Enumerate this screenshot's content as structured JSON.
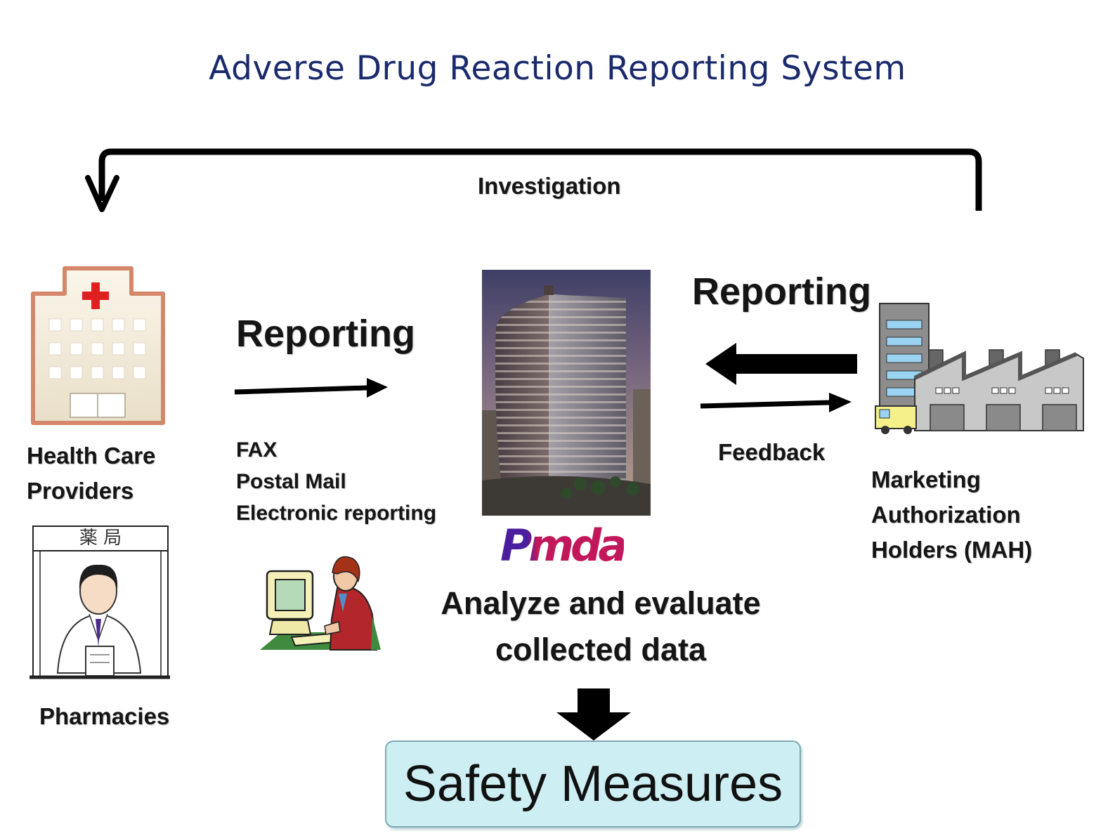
{
  "title": "Adverse Drug Reaction Reporting System",
  "labels": {
    "investigation": "Investigation",
    "reporting_left": "Reporting",
    "reporting_right": "Reporting",
    "feedback": "Feedback",
    "health_care_providers": [
      "Health Care",
      "Providers"
    ],
    "pharmacies": "Pharmacies",
    "pharmacy_sign": "薬 局",
    "methods": [
      "FAX",
      "Postal Mail",
      "Electronic reporting"
    ],
    "mah": [
      "Marketing",
      "Authorization",
      "Holders (MAH)"
    ],
    "pmda_logo": "Pmda",
    "analyze": [
      "Analyze and evaluate",
      "collected data"
    ],
    "safety_measures": "Safety Measures"
  },
  "colors": {
    "title": "#1a2a6c",
    "pmda_p": "#4a1e9e",
    "pmda_mda": "#c2185b",
    "safety_box": "#cdeef3",
    "hospital_cross": "#e02020"
  },
  "icons": [
    "hospital-icon",
    "pharmacist-icon",
    "computer-user-icon",
    "pmda-building-photo",
    "factory-icon"
  ]
}
